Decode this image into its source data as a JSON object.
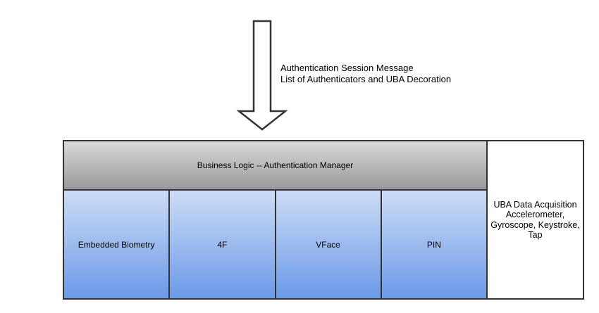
{
  "annotation": {
    "line1": "Authentication Session Message",
    "line2": "List of Authenticators and UBA Decoration"
  },
  "manager": {
    "label": "Business Logic -- Authentication Manager"
  },
  "authenticators": [
    "Embedded Biometry",
    "4F",
    "VFace",
    "PIN"
  ],
  "uba": {
    "lines": [
      "UBA Data Acquisition",
      "Accelerometer,",
      "Gyroscope, Keystroke,",
      "Tap"
    ]
  },
  "colors": {
    "border": "#333333",
    "arrow_outline": "#333333",
    "arrow_fill": "#ffffff",
    "gray_top": "#d9d9d9",
    "gray_bottom": "#999999",
    "blue_top": "#cddcf6",
    "blue_bottom": "#6b9ae8",
    "text": "#000000"
  }
}
